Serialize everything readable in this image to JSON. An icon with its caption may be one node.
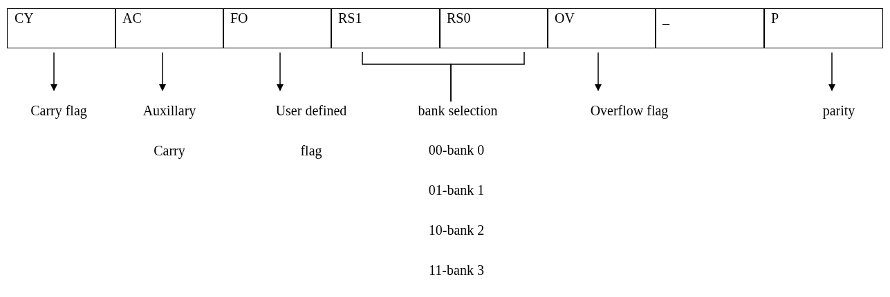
{
  "diagram": {
    "nodes": [
      {
        "text": [
          "CY"
        ]
      },
      {
        "text": [
          "AC"
        ]
      },
      {
        "text": [
          "FO"
        ]
      },
      {
        "text": [
          "RS1"
        ]
      },
      {
        "text": [
          "RS0"
        ]
      },
      {
        "text": [
          "OV"
        ]
      },
      {
        "text": [
          "_"
        ]
      },
      {
        "text": [
          "P"
        ]
      },
      {
        "text": [
          "Carry flag"
        ]
      },
      {
        "text": [
          "Auxillary Carry"
        ]
      },
      {
        "text": [
          "User defined flag"
        ]
      },
      {
        "text": [
          "bank selection"
        ]
      },
      {
        "text": [
          "Overflow flag"
        ]
      },
      {
        "text": [
          "parity"
        ]
      }
    ],
    "edges": [
      {
        "from": 0,
        "to": 8,
        "arrow": "to"
      },
      {
        "from": 1,
        "to": 9,
        "arrow": "to"
      },
      {
        "from": 2,
        "to": 10,
        "arrow": "to"
      },
      {
        "from": 3,
        "to": 11,
        "arrow": "none"
      },
      {
        "from": 4,
        "to": 11,
        "arrow": "none"
      },
      {
        "from": 5,
        "to": 12,
        "arrow": "to"
      },
      {
        "from": 7,
        "to": 13,
        "arrow": "to"
      }
    ],
    "labels": [
      "00-bank 0",
      "01-bank 1",
      "10-bank 2",
      "11-bank 3"
    ]
  }
}
